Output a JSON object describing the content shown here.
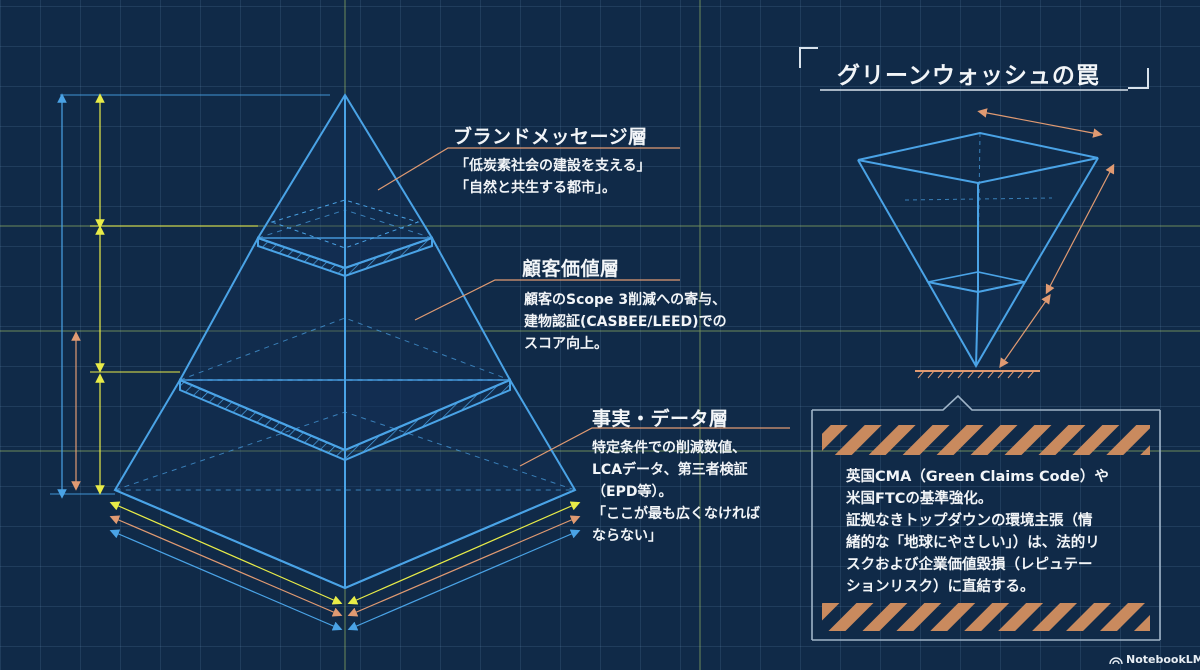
{
  "layers": [
    {
      "title": "ブランドメッセージ層",
      "lines": [
        "「低炭素社会の建設を支える」",
        "「自然と共生する都市」。"
      ]
    },
    {
      "title": "顧客価値層",
      "lines": [
        "顧客のScope 3削減への寄与、",
        "建物認証(CASBEE/LEED)での",
        "スコア向上。"
      ]
    },
    {
      "title": "事実・データ層",
      "lines": [
        "特定条件での削減数値、",
        "LCAデータ、第三者検証",
        "（EPD等）。",
        "「ここが最も広くなければ",
        "ならない」"
      ]
    }
  ],
  "greenwash": {
    "title": "グリーンウォッシュの罠",
    "warning_lines": [
      "英国CMA（Green Claims Code）や",
      "米国FTCの基準強化。",
      "証拠なきトップダウンの環境主張（情",
      "緒的な「地球にやさしい」）は、法的リ",
      "スクおよび企業価値毀損（レピュテー",
      "ションリスク）に直結する。"
    ]
  },
  "brand": "NotebookLM",
  "colors": {
    "pyramid": "#4aa3e6",
    "yellow": "#e8ec48",
    "orange": "#e09a72",
    "hazard": "#c98a5e",
    "background": "#102a48"
  }
}
